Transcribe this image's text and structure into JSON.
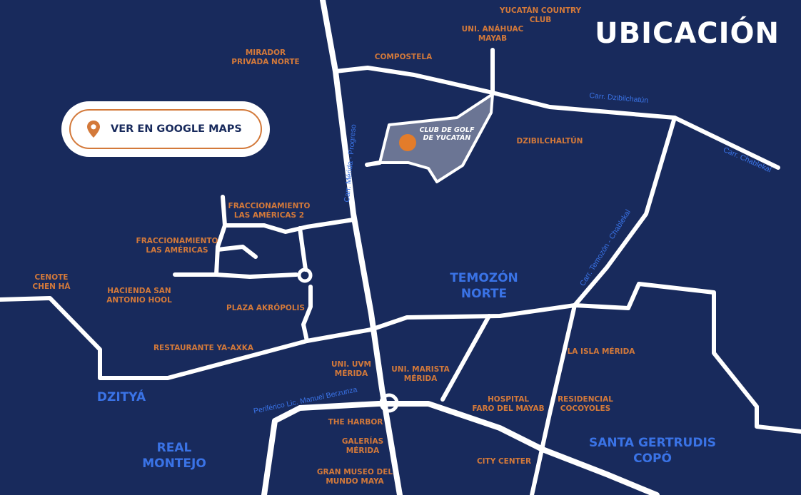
{
  "title": "UBICACIÓN",
  "google_maps_button": {
    "label": "VER EN GOOGLE MAPS",
    "icon": "map-pin-icon"
  },
  "highlight": {
    "line1": "CLUB DE GOLF",
    "line2": "DE YUCATÁN"
  },
  "colors": {
    "background": "#182a5c",
    "roads": "#ffffff",
    "place_labels": "#d3793a",
    "area_labels": "#3a73e6",
    "golf_club_area": "#6b7594",
    "marker": "#e37c2a"
  },
  "places": [
    {
      "id": "yucatan-country-club",
      "line1": "YUCATÁN COUNTRY",
      "line2": "CLUB"
    },
    {
      "id": "uni-anahuac-mayab",
      "line1": "UNI. ANÁHUAC",
      "line2": "MAYAB"
    },
    {
      "id": "mirador-privada-norte",
      "line1": "MIRADOR",
      "line2": "PRIVADA NORTE"
    },
    {
      "id": "compostela",
      "line1": "COMPOSTELA",
      "line2": ""
    },
    {
      "id": "dzibilchaltun",
      "line1": "DZIBILCHALTÚN",
      "line2": ""
    },
    {
      "id": "fraccionamiento-las-americas-2",
      "line1": "FRACCIONAMIENTO",
      "line2": "LAS AMÉRICAS 2"
    },
    {
      "id": "fraccionamiento-las-americas",
      "line1": "FRACCIONAMIENTO",
      "line2": "LAS AMÉRICAS"
    },
    {
      "id": "cenote-chen-ha",
      "line1": "CENOTE",
      "line2": "CHEN HÁ"
    },
    {
      "id": "hacienda-san-antonio-hool",
      "line1": "HACIENDA SAN",
      "line2": "ANTONIO HOOL"
    },
    {
      "id": "plaza-akropolis",
      "line1": "PLAZA AKRÓPOLIS",
      "line2": ""
    },
    {
      "id": "restaurante-ya-axka",
      "line1": "RESTAURANTE YA-AXKA",
      "line2": ""
    },
    {
      "id": "uni-uvm-merida",
      "line1": "UNI. UVM",
      "line2": "MÉRIDA"
    },
    {
      "id": "uni-marista-merida",
      "line1": "UNI. MARISTA",
      "line2": "MÉRIDA"
    },
    {
      "id": "la-isla-merida",
      "line1": "LA ISLA MÉRIDA",
      "line2": ""
    },
    {
      "id": "hospital-faro-del-mayab",
      "line1": "HOSPITAL",
      "line2": "FARO DEL MAYAB"
    },
    {
      "id": "residencial-cocoyoles",
      "line1": "RESIDENCIAL",
      "line2": "COCOYOLES"
    },
    {
      "id": "the-harbor",
      "line1": "THE HARBOR",
      "line2": ""
    },
    {
      "id": "galerias-merida",
      "line1": "GALERÍAS",
      "line2": "MÉRIDA"
    },
    {
      "id": "gran-museo-del-mundo-maya",
      "line1": "GRAN MUSEO DEL",
      "line2": "MUNDO MAYA"
    },
    {
      "id": "city-center",
      "line1": "CITY CENTER",
      "line2": ""
    }
  ],
  "areas": [
    {
      "id": "temozon-norte",
      "line1": "TEMOZÓN",
      "line2": "NORTE"
    },
    {
      "id": "dzitya",
      "line1": "DZITYÁ",
      "line2": ""
    },
    {
      "id": "real-montejo",
      "line1": "REAL",
      "line2": "MONTEJO"
    },
    {
      "id": "santa-gertrudis-copo",
      "line1": "SANTA GERTRUDIS",
      "line2": "COPÓ"
    }
  ],
  "road_names": {
    "dzibilchatun": "Carr. Dzibilchatún",
    "chablekal": "Carr. Chablekal",
    "merida_progreso": "Carr. Mérida - Progreso",
    "temozon_chablekal": "Carr. Temozón - Chablekal",
    "periferico": "Periférico Lic. Manuel Berzunza"
  }
}
